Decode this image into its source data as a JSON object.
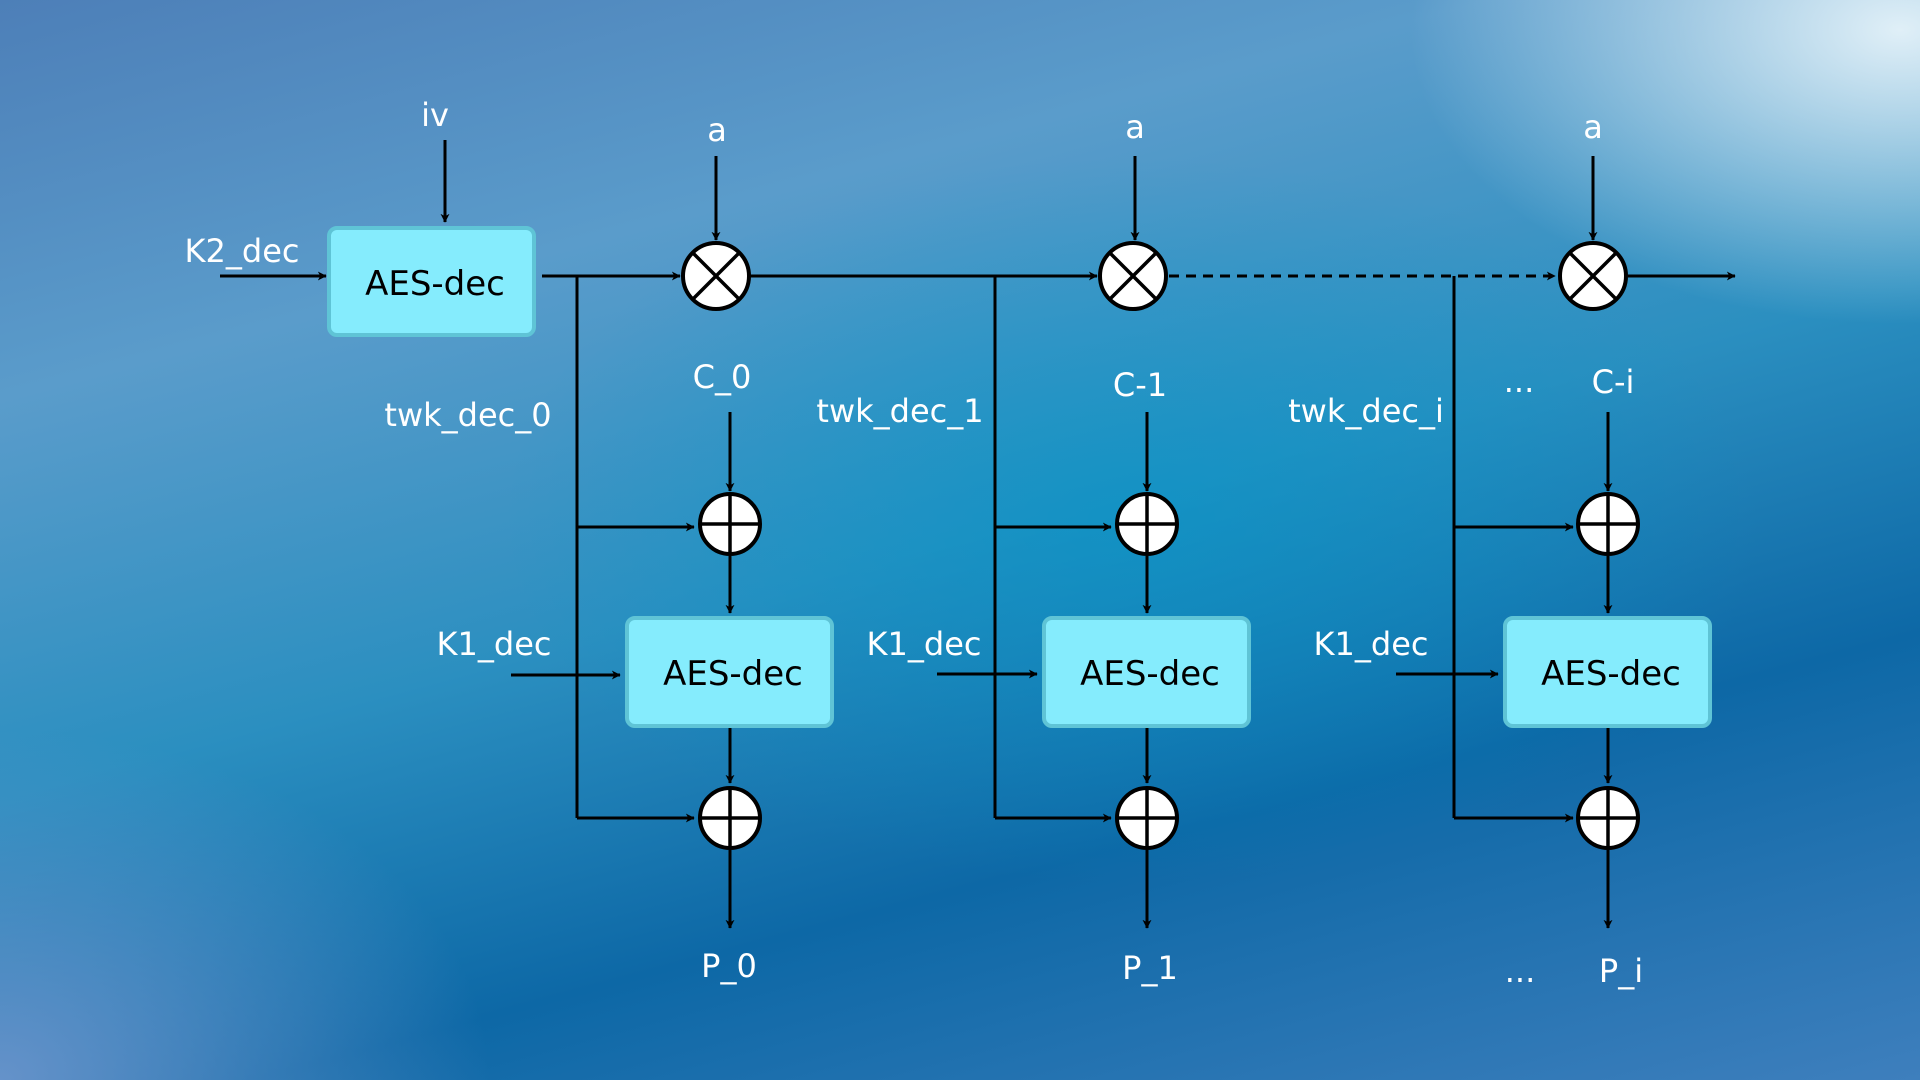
{
  "diagram": {
    "title": "XTS-AES decryption mode diagram",
    "colors": {
      "box_fill": "#85ecfd",
      "box_border": "#5fc4d6",
      "label_text": "#ffffff",
      "wire": "#000000"
    },
    "tweak_stage": {
      "box_label": "AES-dec",
      "key_label": "K2_dec",
      "input_label": "iv"
    },
    "multiplier_input_label": "a",
    "blocks": [
      {
        "tweak_label": "twk_dec_0",
        "ciphertext_label": "C_0",
        "key_label": "K1_dec",
        "box_label": "AES-dec",
        "plaintext_label": "P_0"
      },
      {
        "tweak_label": "twk_dec_1",
        "ciphertext_label": "C-1",
        "key_label": "K1_dec",
        "box_label": "AES-dec",
        "plaintext_label": "P_1"
      },
      {
        "tweak_label": "twk_dec_i",
        "ciphertext_label": "C-i",
        "key_label": "K1_dec",
        "box_label": "AES-dec",
        "plaintext_label": "P_i"
      }
    ],
    "ellipsis_top": "...",
    "ellipsis_bottom": "...",
    "operators": {
      "multiply": "gf-multiply-icon",
      "xor": "xor-icon"
    }
  }
}
